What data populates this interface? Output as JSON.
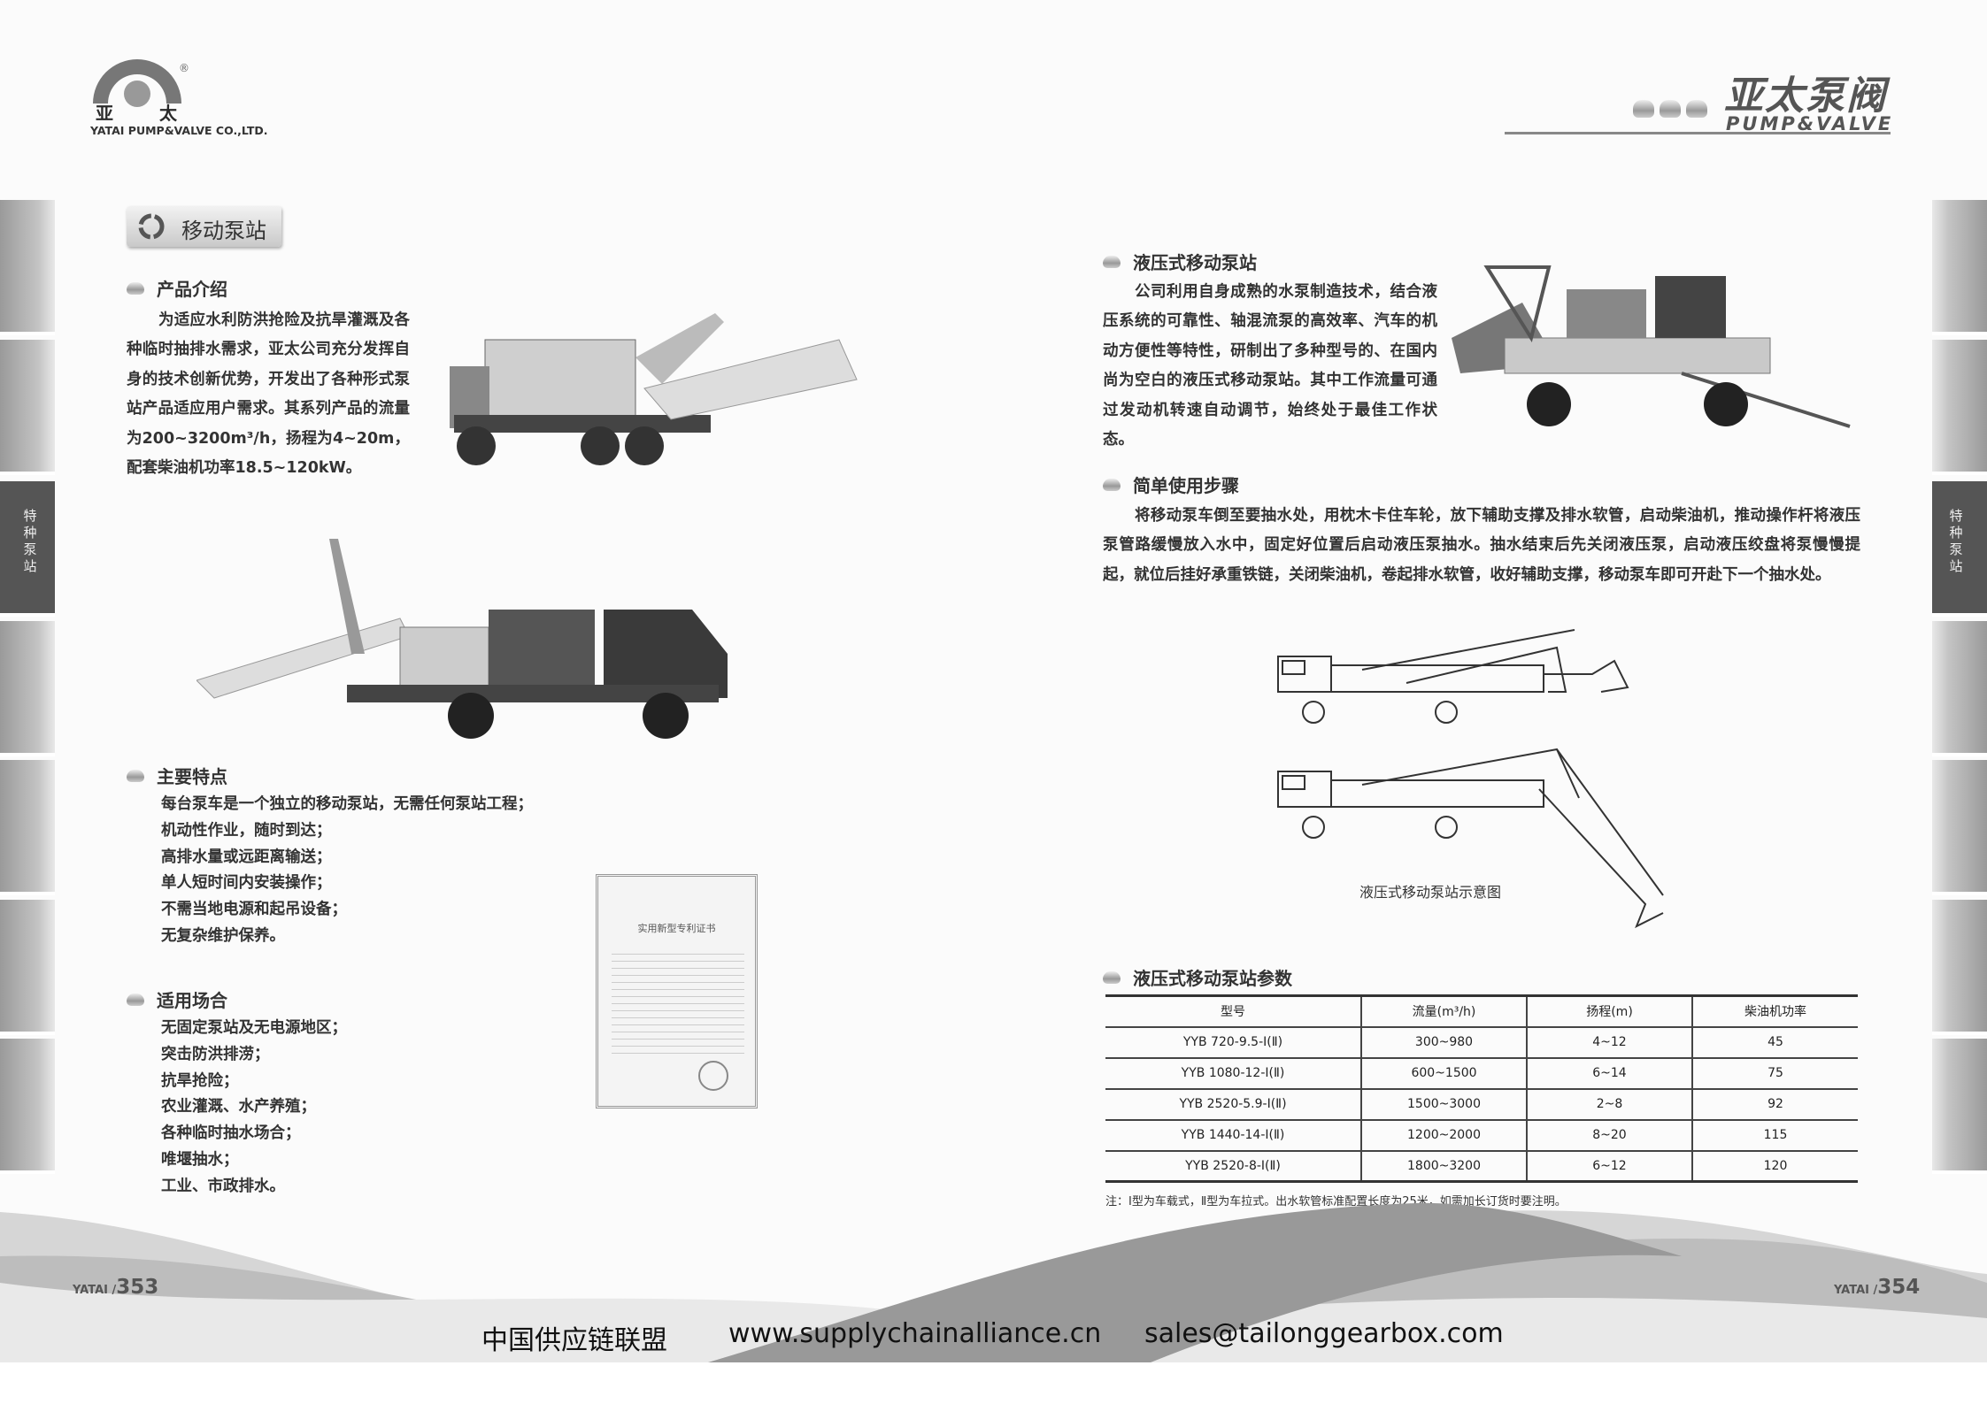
{
  "logo": {
    "mark_chars": [
      "亚",
      "太"
    ],
    "company": "YATAI PUMP&VALVE CO.,LTD.",
    "registered": "®"
  },
  "brand": {
    "cn": "亚太泵阀",
    "en": "PUMP&VALVE"
  },
  "side_tab": {
    "label_chars": [
      "特",
      "种",
      "泵",
      "站"
    ]
  },
  "section_title": "移动泵站",
  "left": {
    "intro": {
      "heading": "产品介绍",
      "text": "为适应水利防洪抢险及抗旱灌溉及各种临时抽排水需求，亚太公司充分发挥自身的技术创新优势，开发出了各种形式泵站产品适应用户需求。其系列产品的流量为200~3200m³/h，扬程为4~20m，配套柴油机功率18.5~120kW。"
    },
    "features": {
      "heading": "主要特点",
      "items": [
        "每台泵车是一个独立的移动泵站，无需任何泵站工程；",
        "机动性作业，随时到达；",
        "高排水量或远距离输送；",
        "单人短时间内安装操作；",
        "不需当地电源和起吊设备；",
        "无复杂维护保养。"
      ]
    },
    "applications": {
      "heading": "适用场合",
      "items": [
        "无固定泵站及无电源地区；",
        "突击防洪排涝；",
        "抗旱抢险；",
        "农业灌溉、水产养殖；",
        "各种临时抽水场合；",
        "唯堰抽水；",
        "工业、市政排水。"
      ]
    },
    "certificate_title": "实用新型专利证书"
  },
  "right": {
    "hydraulic": {
      "heading": "液压式移动泵站",
      "text": "公司利用自身成熟的水泵制造技术，结合液压系统的可靠性、轴混流泵的高效率、汽车的机动方便性等特性，研制出了多种型号的、在国内尚为空白的液压式移动泵站。其中工作流量可通过发动机转速自动调节，始终处于最佳工作状态。"
    },
    "steps": {
      "heading": "简单使用步骤",
      "text": "将移动泵车倒至要抽水处，用枕木卡住车轮，放下辅助支撑及排水软管，启动柴油机，推动操作杆将液压泵管路缓慢放入水中，固定好位置后启动液压泵抽水。抽水结束后先关闭液压泵，启动液压绞盘将泵慢慢提起，就位后挂好承重铁链，关闭柴油机，卷起排水软管，收好辅助支撑，移动泵车即可开赴下一个抽水处。"
    },
    "diagram_caption": "液压式移动泵站示意图",
    "params": {
      "heading": "液压式移动泵站参数",
      "columns": [
        "型号",
        "流量(m³/h)",
        "扬程(m)",
        "柴油机功率"
      ],
      "rows": [
        [
          "YYB 720-9.5-Ⅰ(Ⅱ)",
          "300~980",
          "4~12",
          "45"
        ],
        [
          "YYB 1080-12-Ⅰ(Ⅱ)",
          "600~1500",
          "6~14",
          "75"
        ],
        [
          "YYB 2520-5.9-Ⅰ(Ⅱ)",
          "1500~3000",
          "2~8",
          "92"
        ],
        [
          "YYB 1440-14-Ⅰ(Ⅱ)",
          "1200~2000",
          "8~20",
          "115"
        ],
        [
          "YYB 2520-8-Ⅰ(Ⅱ)",
          "1800~3200",
          "6~12",
          "120"
        ]
      ],
      "note": "注：Ⅰ型为车载式，Ⅱ型为车拉式。出水软管标准配置长度为25米，如需加长订货时要注明。"
    }
  },
  "page_numbers": {
    "prefix": "YATAI /",
    "left": "353",
    "right": "354"
  },
  "footer": {
    "org": "中国供应链联盟",
    "url": "www.supplychainalliance.cn",
    "email": "sales@tailonggearbox.com"
  }
}
